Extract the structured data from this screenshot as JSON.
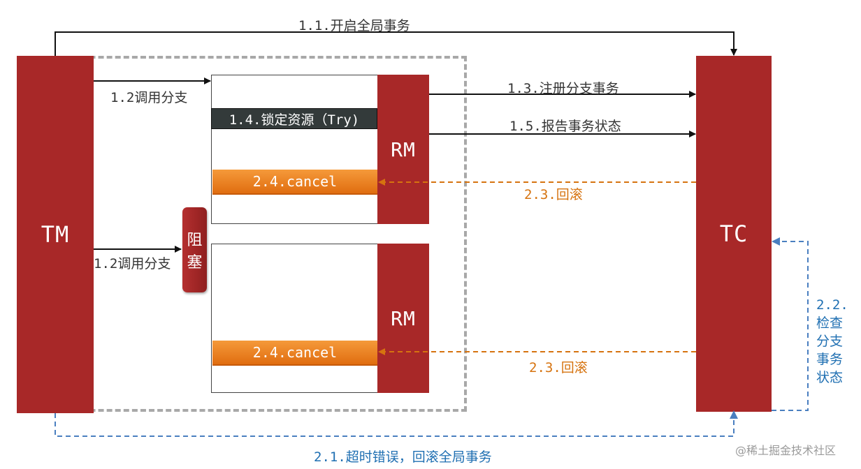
{
  "participants": {
    "tm": "TM",
    "tc": "TC",
    "rm_top": "RM",
    "rm_bottom": "RM"
  },
  "labels": {
    "begin_global_tx": "1.1.开启全局事务",
    "call_branch_top": "1.2调用分支",
    "call_branch_bottom": "1.2调用分支",
    "register_branch": "1.3.注册分支事务",
    "lock_resource": "1.4.锁定资源（Try)",
    "report_status": "1.5.报告事务状态",
    "cancel_top": "2.4.cancel",
    "cancel_bottom": "2.4.cancel",
    "rollback_top": "2.3.回滚",
    "rollback_bottom": "2.3.回滚",
    "timeout_rollback": "2.1.超时错误，回滚全局事务",
    "check_branch_status": "2.2.\n检查\n分支\n事务\n状态",
    "blocked_line1": "阻",
    "blocked_line2": "塞"
  },
  "watermark": "@稀土掘金技术社区",
  "colors": {
    "block_red": "#a82828",
    "orange": "#d6730f",
    "blue": "#1f6fb2",
    "black_arrow": "#111111"
  }
}
